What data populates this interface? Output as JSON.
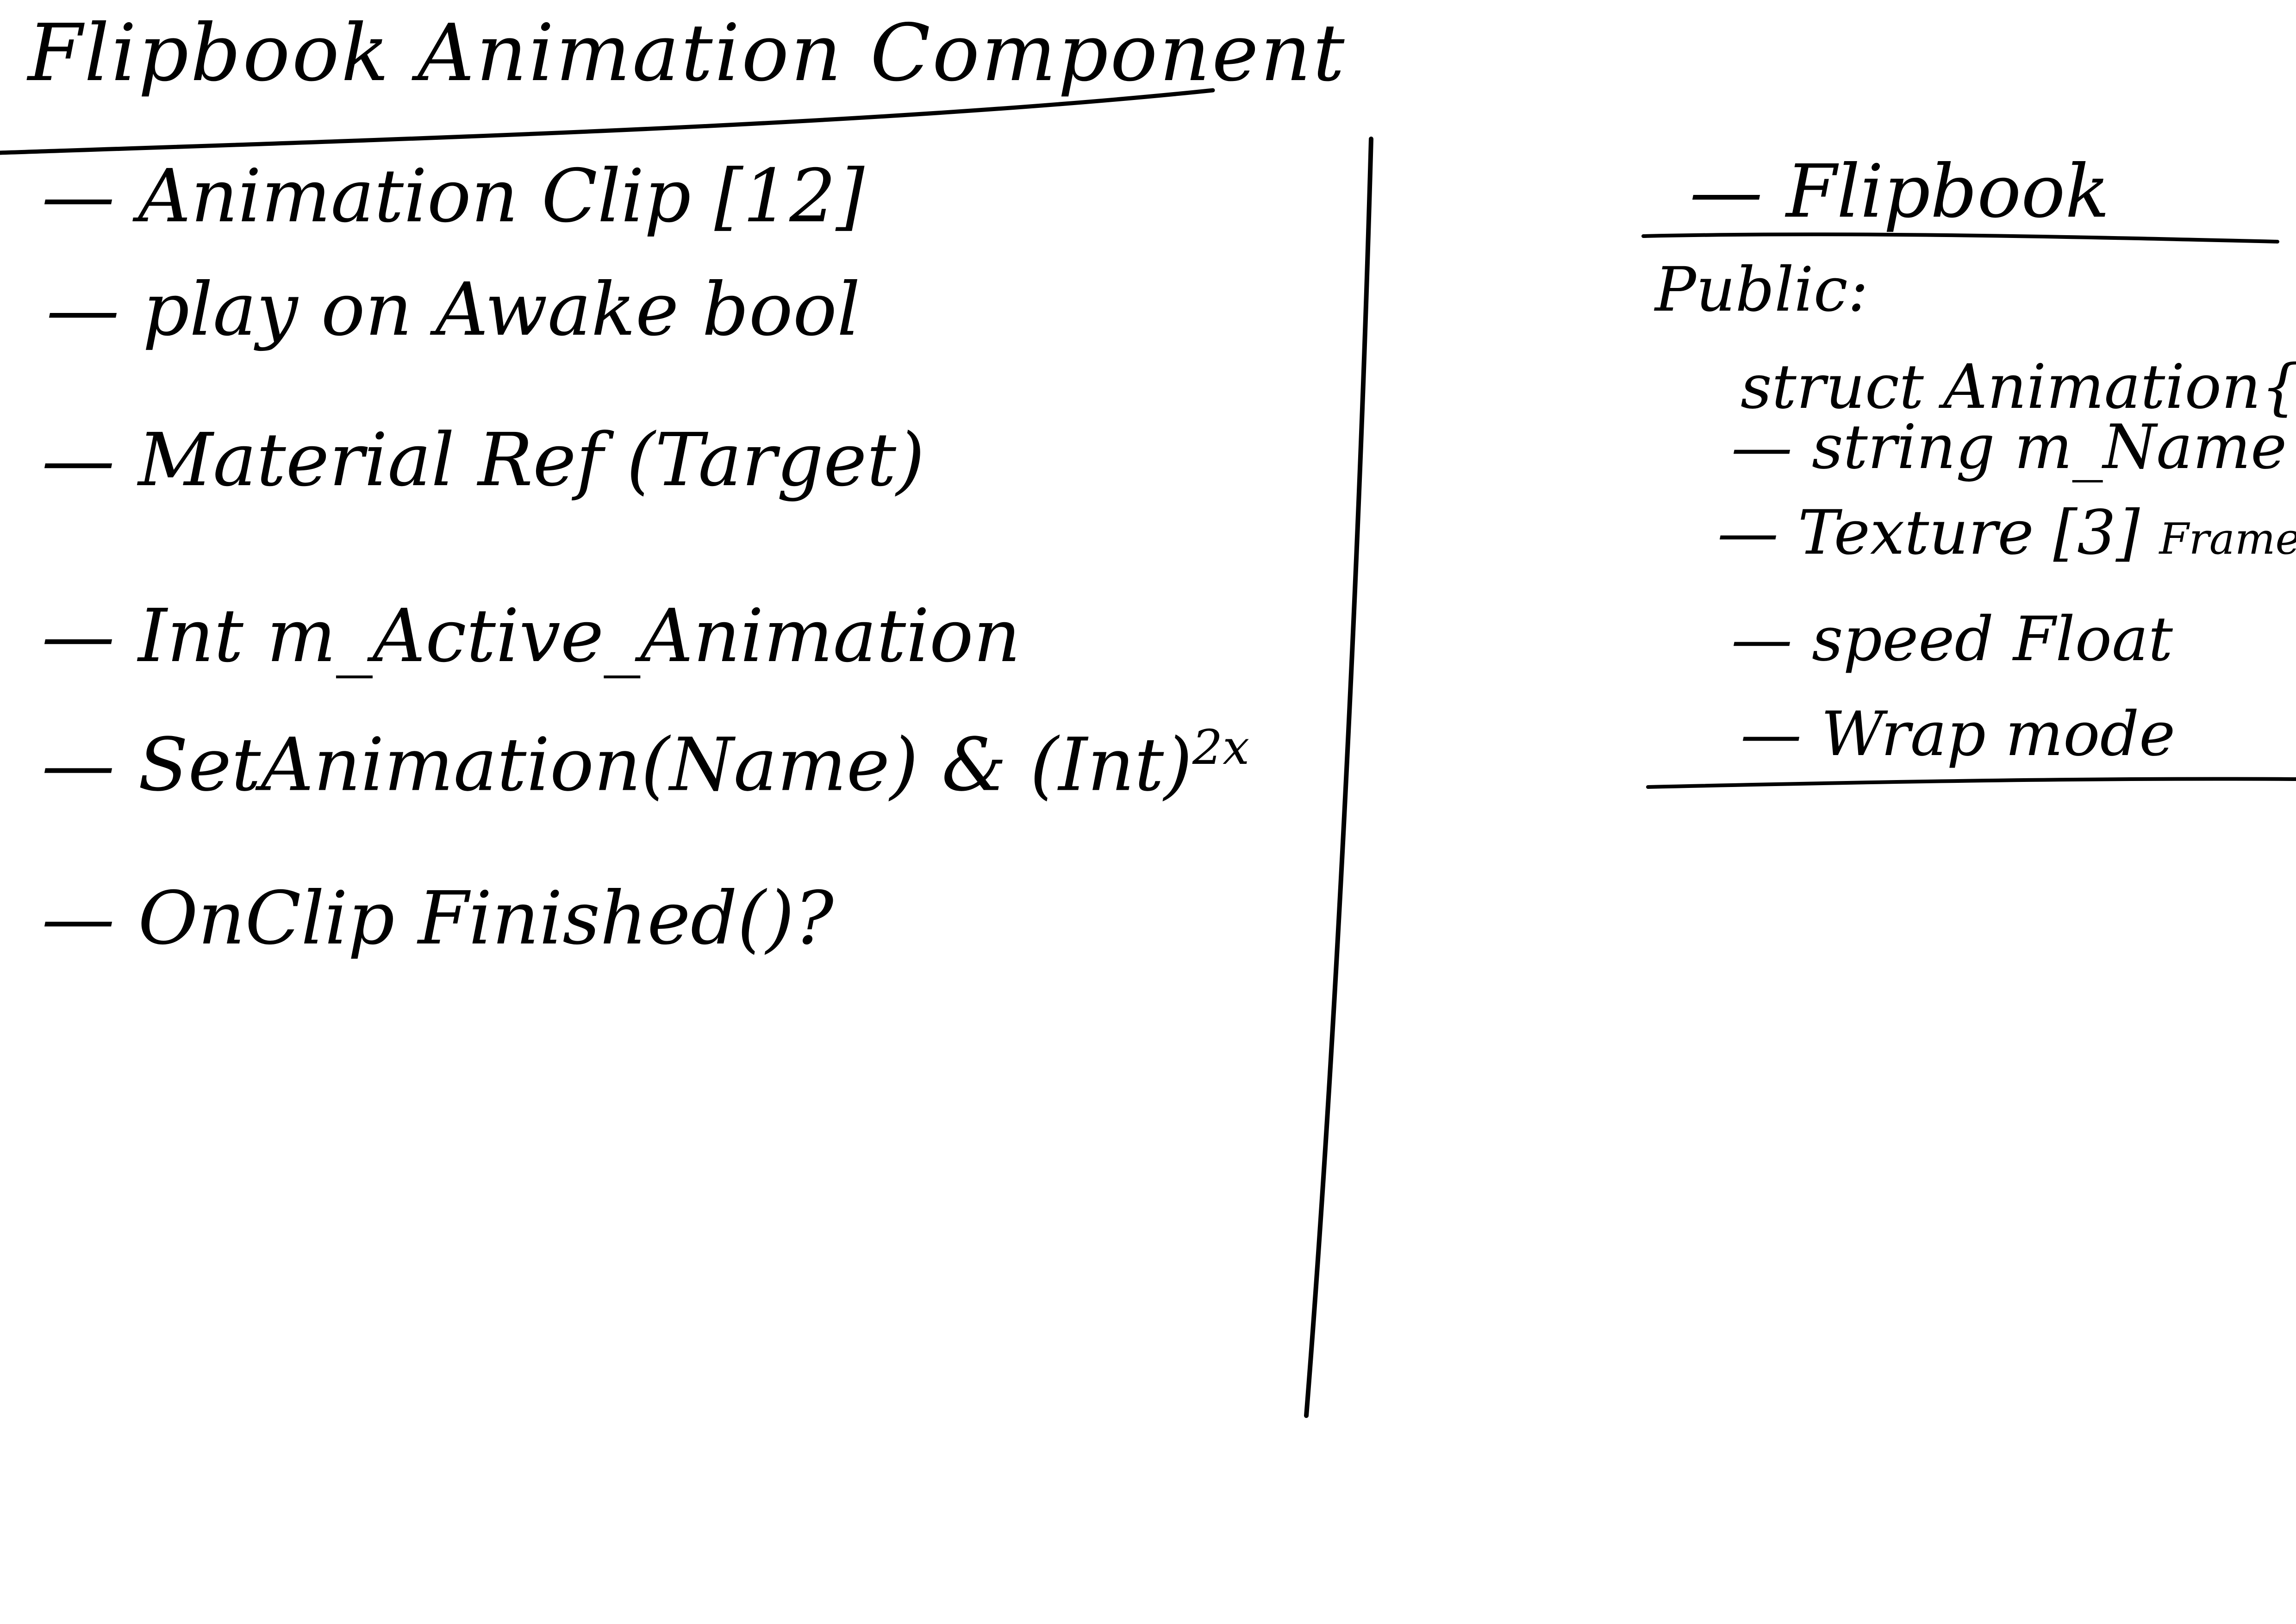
{
  "title": "Flipbook Animation Component",
  "left_items": [
    "— Animation Clip [12]",
    "— play on Awake bool",
    "— Material Ref (Target)",
    "— Int m_Active_Animation",
    "— SetAnimation(Name) & (Int)",
    "— OnClip Finished()?"
  ],
  "left_superscript": "2x",
  "right_heading": "— Flipbook",
  "right_access": "Public:",
  "right_struct": "struct Animation{",
  "right_items": [
    "— string m_Name",
    "— Texture [3]",
    "— speed Float",
    "— Wrap mode"
  ],
  "right_texture_suffix": "Frames",
  "ink_color": "#000000"
}
